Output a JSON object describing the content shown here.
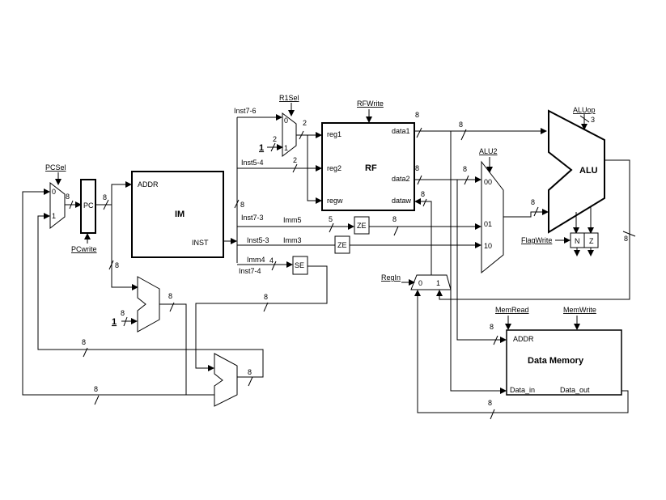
{
  "signals": {
    "pcsel": "PCSel",
    "pcwrite": "PCwrite",
    "r1sel": "R1Sel",
    "rfwrite": "RFWrite",
    "alu2": "ALU2",
    "aluop": "ALUop",
    "flagwrite": "FlagWrite",
    "regin": "RegIn",
    "memread": "MemRead",
    "memwrite": "MemWrite"
  },
  "blocks": {
    "pc": "PC",
    "im": {
      "title": "IM",
      "addr": "ADDR",
      "inst": "INST"
    },
    "rf": {
      "title": "RF",
      "reg1": "reg1",
      "reg2": "reg2",
      "regw": "regw",
      "data1": "data1",
      "data2": "data2",
      "dataw": "dataw"
    },
    "alu": "ALU",
    "ze": "ZE",
    "se": "SE",
    "flags": {
      "n": "N",
      "z": "Z"
    },
    "dm": {
      "title": "Data Memory",
      "addr": "ADDR",
      "data_in": "Data_in",
      "data_out": "Data_out"
    }
  },
  "fields": {
    "inst76": "Inst7-6",
    "inst54": "Inst5-4",
    "inst73": "Inst7-3",
    "imm5": "Imm5",
    "inst53": "Inst5-3",
    "imm3": "Imm3",
    "imm4": "Imm4",
    "inst74": "Inst7-4"
  },
  "mux_inputs": {
    "zero": "0",
    "one": "1",
    "s00": "00",
    "s01": "01",
    "s10": "10"
  },
  "constants": {
    "one": "1"
  },
  "widths": {
    "w8": "8",
    "w2": "2",
    "w5": "5",
    "w4": "4",
    "w3": "3"
  }
}
